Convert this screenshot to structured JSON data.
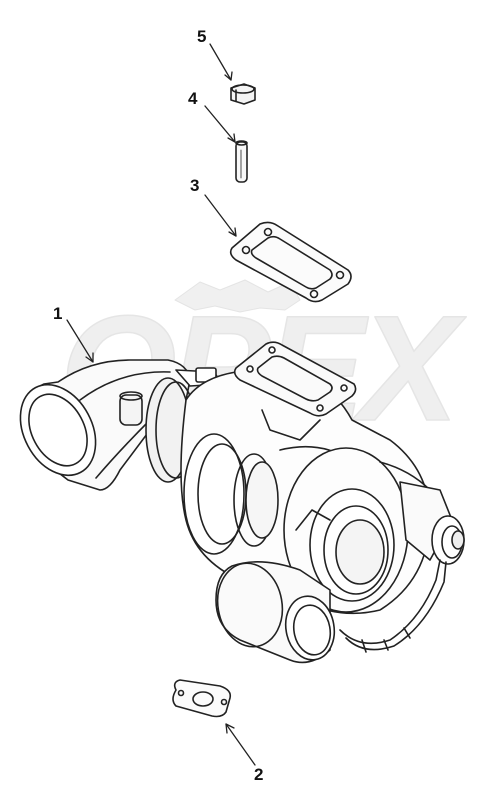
{
  "diagram": {
    "callouts": [
      {
        "id": "1",
        "label": "1"
      },
      {
        "id": "2",
        "label": "2"
      },
      {
        "id": "3",
        "label": "3"
      },
      {
        "id": "4",
        "label": "4"
      },
      {
        "id": "5",
        "label": "5"
      }
    ],
    "watermark": "OPEX"
  },
  "colors": {
    "line": "#222222",
    "watermark": "#d9d9d9"
  }
}
